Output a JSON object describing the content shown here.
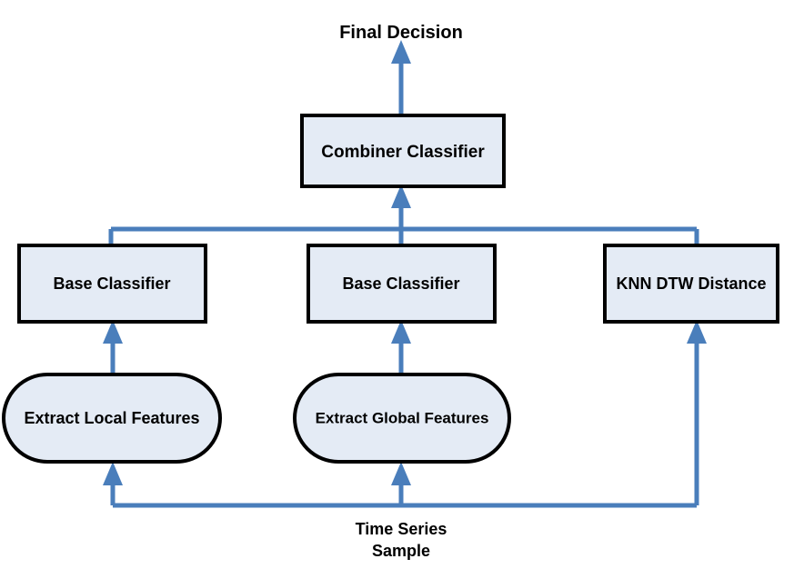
{
  "diagram": {
    "title_label": "Final Decision",
    "bottom_label_line1": "Time Series",
    "bottom_label_line2": "Sample",
    "colors": {
      "node_fill": "#e4ebf5",
      "node_stroke": "#000000",
      "connector": "#4a7ebb",
      "text": "#000000",
      "background": "#ffffff"
    },
    "nodes": [
      {
        "id": "combiner",
        "label": "Combiner Classifier",
        "shape": "rectangle"
      },
      {
        "id": "base-local",
        "label": "Base Classifier",
        "shape": "rectangle"
      },
      {
        "id": "base-global",
        "label": "Base Classifier",
        "shape": "rectangle"
      },
      {
        "id": "knn-dtw",
        "label": "KNN DTW Distance",
        "shape": "rectangle"
      },
      {
        "id": "extract-local",
        "label": "Extract Local Features",
        "shape": "rounded"
      },
      {
        "id": "extract-global",
        "label": "Extract Global Features",
        "shape": "rounded"
      }
    ],
    "edges": [
      {
        "from": "combiner",
        "to": "final-decision",
        "style": "arrow"
      },
      {
        "from": "base-local",
        "to": "combiner",
        "style": "bus-arrow"
      },
      {
        "from": "base-global",
        "to": "combiner",
        "style": "arrow"
      },
      {
        "from": "knn-dtw",
        "to": "combiner",
        "style": "bus-arrow"
      },
      {
        "from": "extract-local",
        "to": "base-local",
        "style": "arrow"
      },
      {
        "from": "extract-global",
        "to": "base-global",
        "style": "arrow"
      },
      {
        "from": "time-series-sample",
        "to": "extract-local",
        "style": "bus-arrow"
      },
      {
        "from": "time-series-sample",
        "to": "extract-global",
        "style": "arrow"
      },
      {
        "from": "time-series-sample",
        "to": "knn-dtw",
        "style": "bus-arrow"
      }
    ]
  }
}
